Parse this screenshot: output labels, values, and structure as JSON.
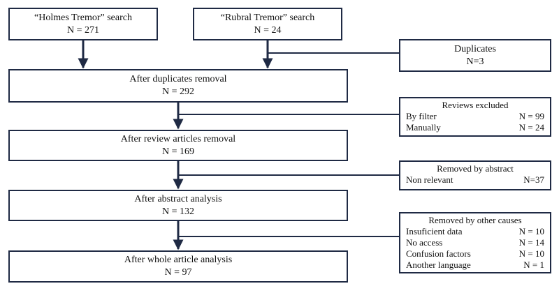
{
  "search_holmes": {
    "line1": "“Holmes Tremor” search",
    "line2": "N = 271"
  },
  "search_rubral": {
    "line1": "“Rubral Tremor” search",
    "line2": "N = 24"
  },
  "duplicates": {
    "title": "Duplicates",
    "value": "N=3"
  },
  "after_duplicates": {
    "line1": "After duplicates removal",
    "line2": "N = 292"
  },
  "reviews_excluded": {
    "title": "Reviews excluded",
    "rows": [
      {
        "label": "By filter",
        "value": "N = 99"
      },
      {
        "label": "Manually",
        "value": "N = 24"
      }
    ]
  },
  "after_reviews": {
    "line1": "After review articles removal",
    "line2": "N = 169"
  },
  "removed_abstract": {
    "title": "Removed by abstract",
    "rows": [
      {
        "label": "Non relevant",
        "value": "N=37"
      }
    ]
  },
  "after_abstract": {
    "line1": "After abstract analysis",
    "line2": "N = 132"
  },
  "removed_other": {
    "title": "Removed by other causes",
    "rows": [
      {
        "label": "Insuficient data",
        "value": "N = 10"
      },
      {
        "label": "No access",
        "value": "N = 14"
      },
      {
        "label": "Confusion factors",
        "value": "N = 10"
      },
      {
        "label": "Another language",
        "value": "N = 1"
      }
    ]
  },
  "after_whole": {
    "line1": "After whole article analysis",
    "line2": "N = 97"
  },
  "colors": {
    "border": "#1f2a44",
    "arrow": "#1f2a44"
  }
}
